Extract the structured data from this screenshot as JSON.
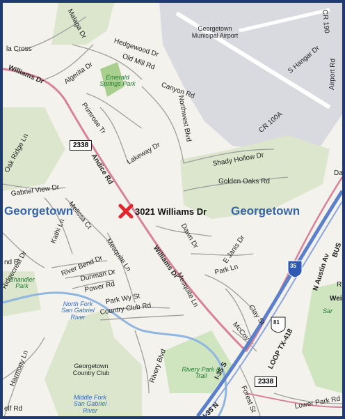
{
  "address": "3021 Williams Dr",
  "city": "Georgetown",
  "colors": {
    "frame": "#1e3a6e",
    "background": "#f4f2ec",
    "park": "#cfe5c0",
    "airport": "#d9dadf",
    "highway": "#d8829a",
    "interstate": "#5b7fc9",
    "water": "#8fb6e0",
    "marker": "#e3262c"
  },
  "icons": {
    "marker": "x-marker-icon",
    "interstate_shield": "interstate-shield-icon",
    "us_shield": "us-route-shield-icon"
  },
  "shields": {
    "fm_2338_west": "2338",
    "fm_2338_south": "2338",
    "i35": "35",
    "us81": "81"
  },
  "airport": "Georgetown Municipal Airport",
  "parks": {
    "emerald": "Emerald Springs Park",
    "chandler": "Chandler Park",
    "rivery": "Rivery Park & Trail",
    "country_club": "Georgetown Country Club",
    "san_partial": "Sar"
  },
  "water": {
    "north_fork": "North Fork San Gabriel River",
    "middle_fork": "Middle Fork San Gabriel River"
  },
  "roads": {
    "malaga": "Malaga Dr",
    "la_cross": "la Cross",
    "hedgewood": "Hedgewood Dr",
    "cr190": "CR 190",
    "williams_top": "Williams Dr",
    "algerita": "Algerita Dr",
    "old_mill": "Old Mill Rd",
    "s_hangar": "S Hangar Dr",
    "primrose": "Primrose Tr",
    "canyon": "Canyon Rd",
    "northwest": "Northwest Blvd",
    "cr100a": "CR 100A",
    "airport_rd": "Airport Rd",
    "oak_ridge": "Oak Ridge Ln",
    "lakeway": "Lakeway Dr",
    "shady_hollow": "Shady Hollow Dr",
    "da_partial": "Da",
    "andice": "Andice Rd",
    "golden_oaks": "Golden Oaks Rd",
    "gabriel_view": "Gabriel View Dr",
    "melissa": "Melissa Ct",
    "kathi": "Kathi Ln",
    "mesquite_upper": "Mesquite Ln",
    "dawn": "Dawn Dr",
    "e_janis": "E Janis Dr",
    "williams_bottom": "Williams Dr",
    "ridgecrest": "Ridgecrest Dr",
    "nd_r_partial": "nd R",
    "river_bend": "River Bend Dr",
    "dunman": "Dunman Dr",
    "power": "Power Rd",
    "mesquite_lower": "Mesquite Ln",
    "park_ln": "Park Ln",
    "n_austin": "N Austin Av",
    "bus_partial": "BUS",
    "weir_partial": "Weir",
    "r_partial": "R",
    "park_wy": "Park Wy St",
    "country_club": "Country Club Rd",
    "clay": "Clay St",
    "mccoy": "McCoy",
    "loop418": "LOOP TX-418",
    "harmony": "Harmony Ln",
    "river_blvd": "Rivery Blvd",
    "i35s": "I-35 S",
    "i35n": "I-35 N",
    "forest": "Forest St",
    "lower_park": "Lower Park Rd",
    "elf_partial": "elf Rd"
  }
}
